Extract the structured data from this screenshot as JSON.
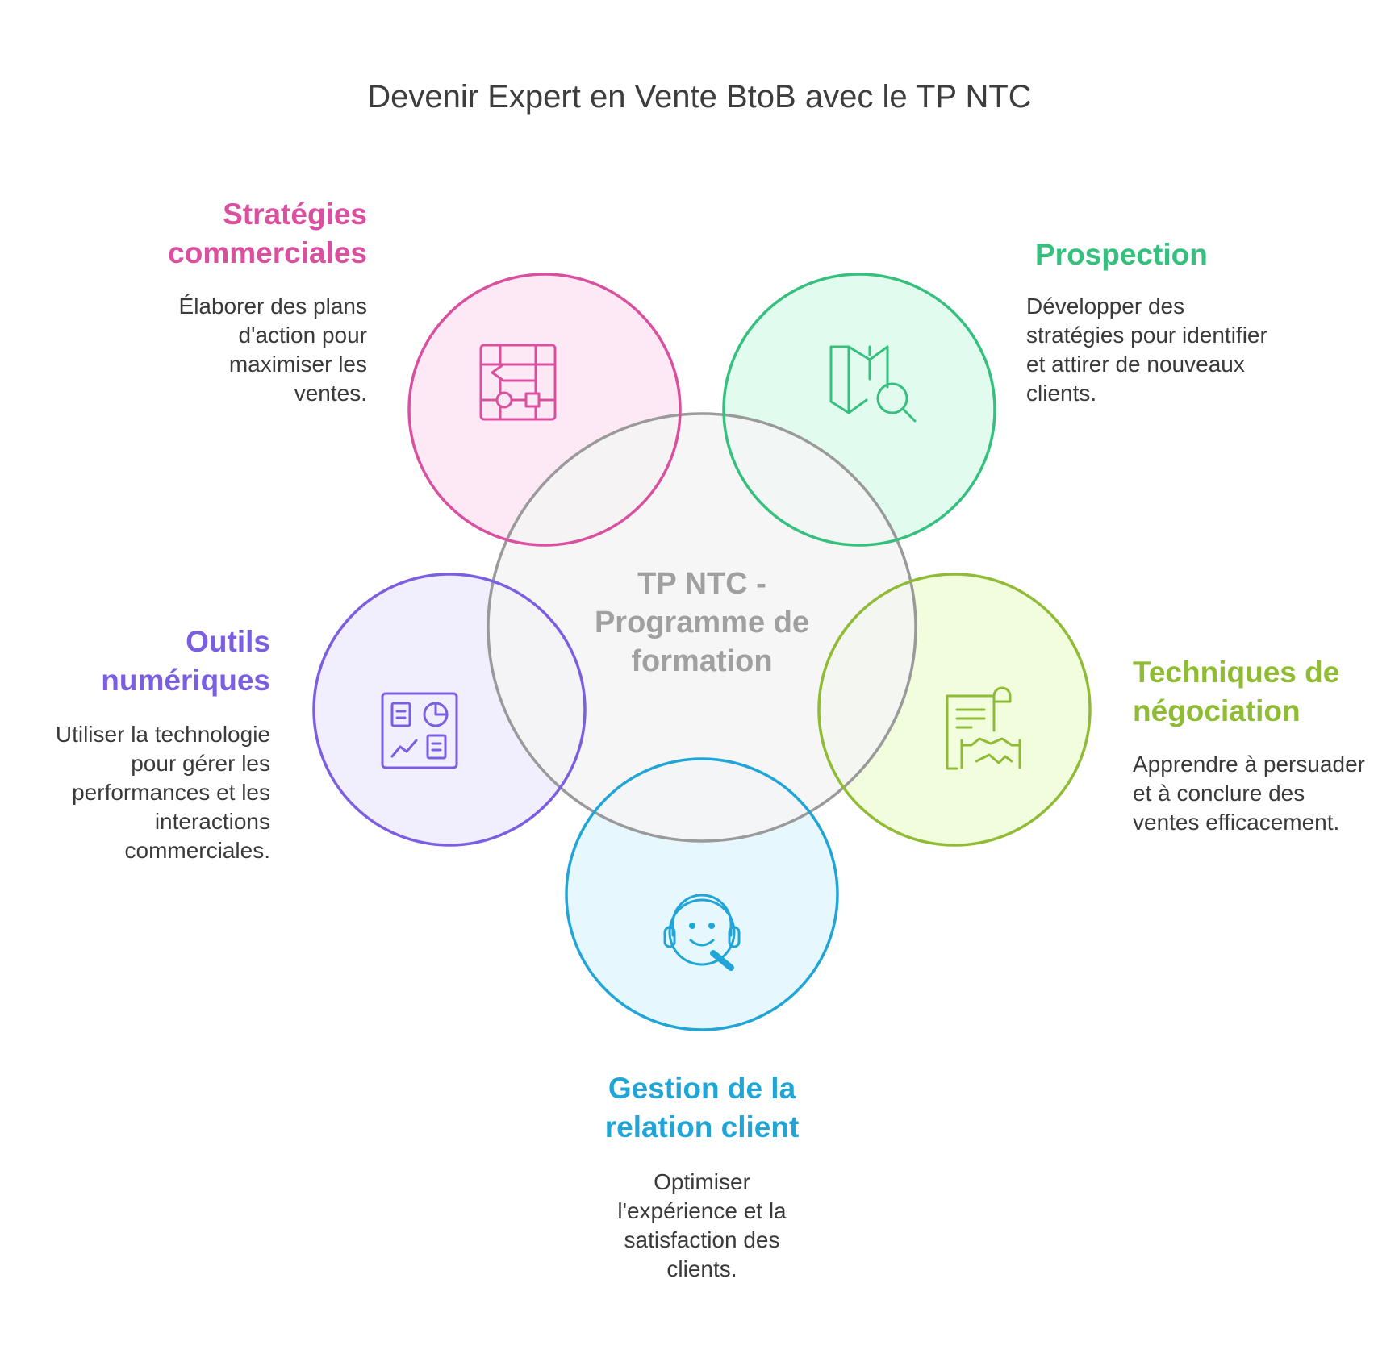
{
  "title": "Devenir Expert en Vente BtoB avec le TP NTC",
  "center": {
    "label": "TP NTC - Programme de formation"
  },
  "nodes": [
    {
      "id": "strategies",
      "heading": "Stratégies commerciales",
      "description": "Élaborer des plans d'action pour maximiser les ventes.",
      "color": "#d9509f",
      "fill": "#fde9f5",
      "icon": "flowchart-icon"
    },
    {
      "id": "prospection",
      "heading": "Prospection",
      "description": "Développer des stratégies pour identifier et attirer de nouveaux clients.",
      "color": "#36c07e",
      "fill": "#e2fbef",
      "icon": "map-search-icon"
    },
    {
      "id": "negociation",
      "heading": "Techniques de négociation",
      "description": "Apprendre à persuader et à conclure des ventes efficacement.",
      "color": "#8fbb35",
      "fill": "#f2fdde",
      "icon": "contract-handshake-icon"
    },
    {
      "id": "relation",
      "heading": "Gestion de la relation client",
      "description": "Optimiser l'expérience et la satisfaction des clients.",
      "color": "#21a5d6",
      "fill": "#e6f7fd",
      "icon": "support-agent-icon"
    },
    {
      "id": "outils",
      "heading": "Outils numériques",
      "description": "Utiliser la technologie pour gérer les performances et les interactions commerciales.",
      "color": "#7b5fe0",
      "fill": "#f1effd",
      "icon": "dashboard-icon"
    }
  ],
  "colors": {
    "center_stroke": "#9a9a9a",
    "center_fill": "#f4f4f4"
  }
}
